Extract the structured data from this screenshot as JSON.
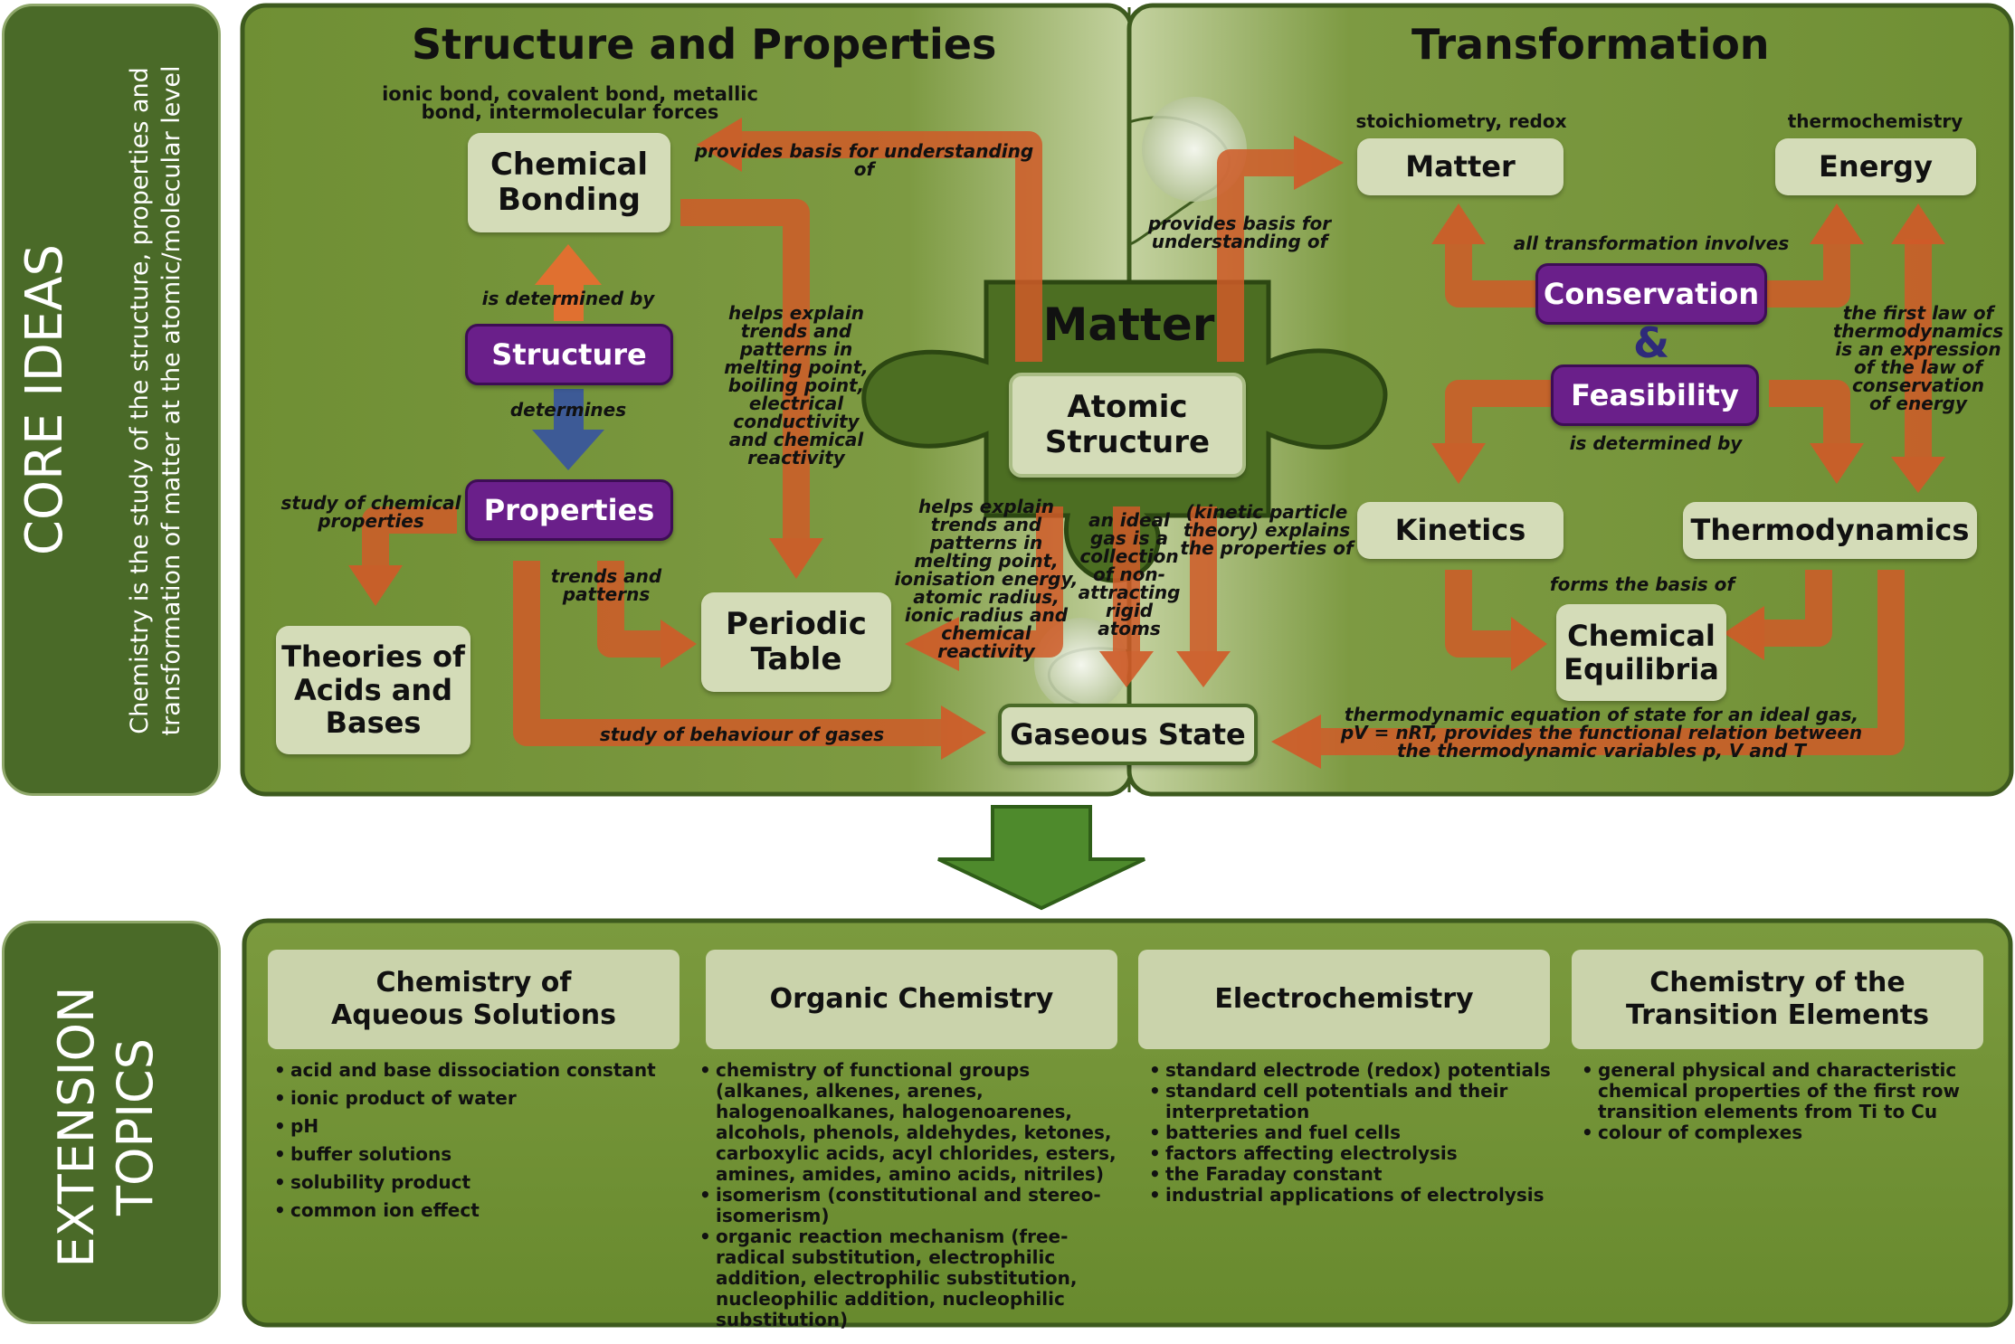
{
  "side_panels": {
    "core_ideas_title": "CORE IDEAS",
    "core_ideas_caption_line1": "Chemistry is the study of the structure, properties and",
    "core_ideas_caption_line2": "transformation of matter at the atomic/molecular level",
    "extension_title_line1": "EXTENSION",
    "extension_title_line2": "TOPICS"
  },
  "sections": {
    "structure_title": "Structure and Properties",
    "transformation_title": "Transformation"
  },
  "center": {
    "matter_title": "Matter",
    "atomic_structure": "Atomic\nStructure"
  },
  "nodes": {
    "chemical_bonding": "Chemical\nBonding",
    "structure": "Structure",
    "properties": "Properties",
    "theories_acids_bases": "Theories of\nAcids and\nBases",
    "periodic_table": "Periodic\nTable",
    "gaseous_state": "Gaseous State",
    "matter": "Matter",
    "energy": "Energy",
    "conservation": "Conservation",
    "ampersand": "&",
    "feasibility": "Feasibility",
    "kinetics": "Kinetics",
    "thermodynamics": "Thermodynamics",
    "chemical_equilibria": "Chemical\nEquilibria"
  },
  "labels": {
    "bonding_types": "ionic bond, covalent bond, metallic\nbond, intermolecular forces",
    "provides_basis_left": "provides basis for understanding of",
    "is_determined_by": "is determined by",
    "determines": "determines",
    "helps_explain_bp": "helps explain\ntrends and\npatterns in\nmelting point,\nboiling point,\nelectrical\nconductivity\nand chemical\nreactivity",
    "study_chemical_properties": "study of chemical\nproperties",
    "trends_and_patterns": "trends and\npatterns",
    "study_gases": "study of behaviour of gases",
    "helps_explain_ie": "helps explain\ntrends and\npatterns in\nmelting point,\nionisation energy,\natomic radius,\nionic radius and\nchemical\nreactivity",
    "ideal_gas": "an ideal\ngas is a\ncollection\nof non-\nattracting\nrigid\natoms",
    "kinetic_particle": "(kinetic particle\ntheory) explains\nthe properties of",
    "provides_basis_right": "provides basis for\nunderstanding of",
    "stoichiometry": "stoichiometry, redox",
    "thermochemistry": "thermochemistry",
    "all_transformation": "all transformation involves",
    "first_law": "the first law of\nthermodynamics\nis an expression\nof the law of\nconservation\nof energy",
    "is_determined_by_right": "is determined by",
    "forms_basis": "forms the basis of",
    "equation_of_state": "thermodynamic equation of state for an ideal gas,\npV = nRT, provides the functional relation between\nthe thermodynamic variables p, V and T"
  },
  "extension_topics": [
    {
      "title": "Chemistry of\nAqueous Solutions",
      "items": [
        "acid and base dissociation constant",
        "ionic product of water",
        "pH",
        "buffer solutions",
        "solubility product",
        "common ion effect"
      ]
    },
    {
      "title": "Organic Chemistry",
      "items": [
        "chemistry of functional groups (alkanes, alkenes, arenes, halogenoalkanes, halogenoarenes, alcohols, phenols, aldehydes, ketones, carboxylic acids, acyl chlorides, esters, amines, amides, amino acids, nitriles)",
        "isomerism (constitutional and stereo-isomerism)",
        "organic reaction mechanism (free-radical substitution, electrophilic addition, electrophilic substitution, nucleophilic addition, nucleophilic substitution)"
      ]
    },
    {
      "title": "Electrochemistry",
      "items": [
        "standard electrode (redox) potentials",
        "standard cell potentials and their interpretation",
        "batteries and fuel cells",
        "factors affecting electrolysis",
        "the Faraday constant",
        "industrial applications of electrolysis"
      ]
    },
    {
      "title": "Chemistry of the\nTransition Elements",
      "items": [
        "general physical and characteristic chemical properties of the first row transition elements from Ti to Cu",
        "colour of complexes"
      ]
    }
  ],
  "colors": {
    "panel_green": "#6a8a32",
    "dark_green": "#4a6a28",
    "arrow_orange": "#d05a28",
    "arrow_blue": "#3d5a96",
    "purple": "#6a1f8a",
    "node_fill": "#d4dcb8"
  }
}
